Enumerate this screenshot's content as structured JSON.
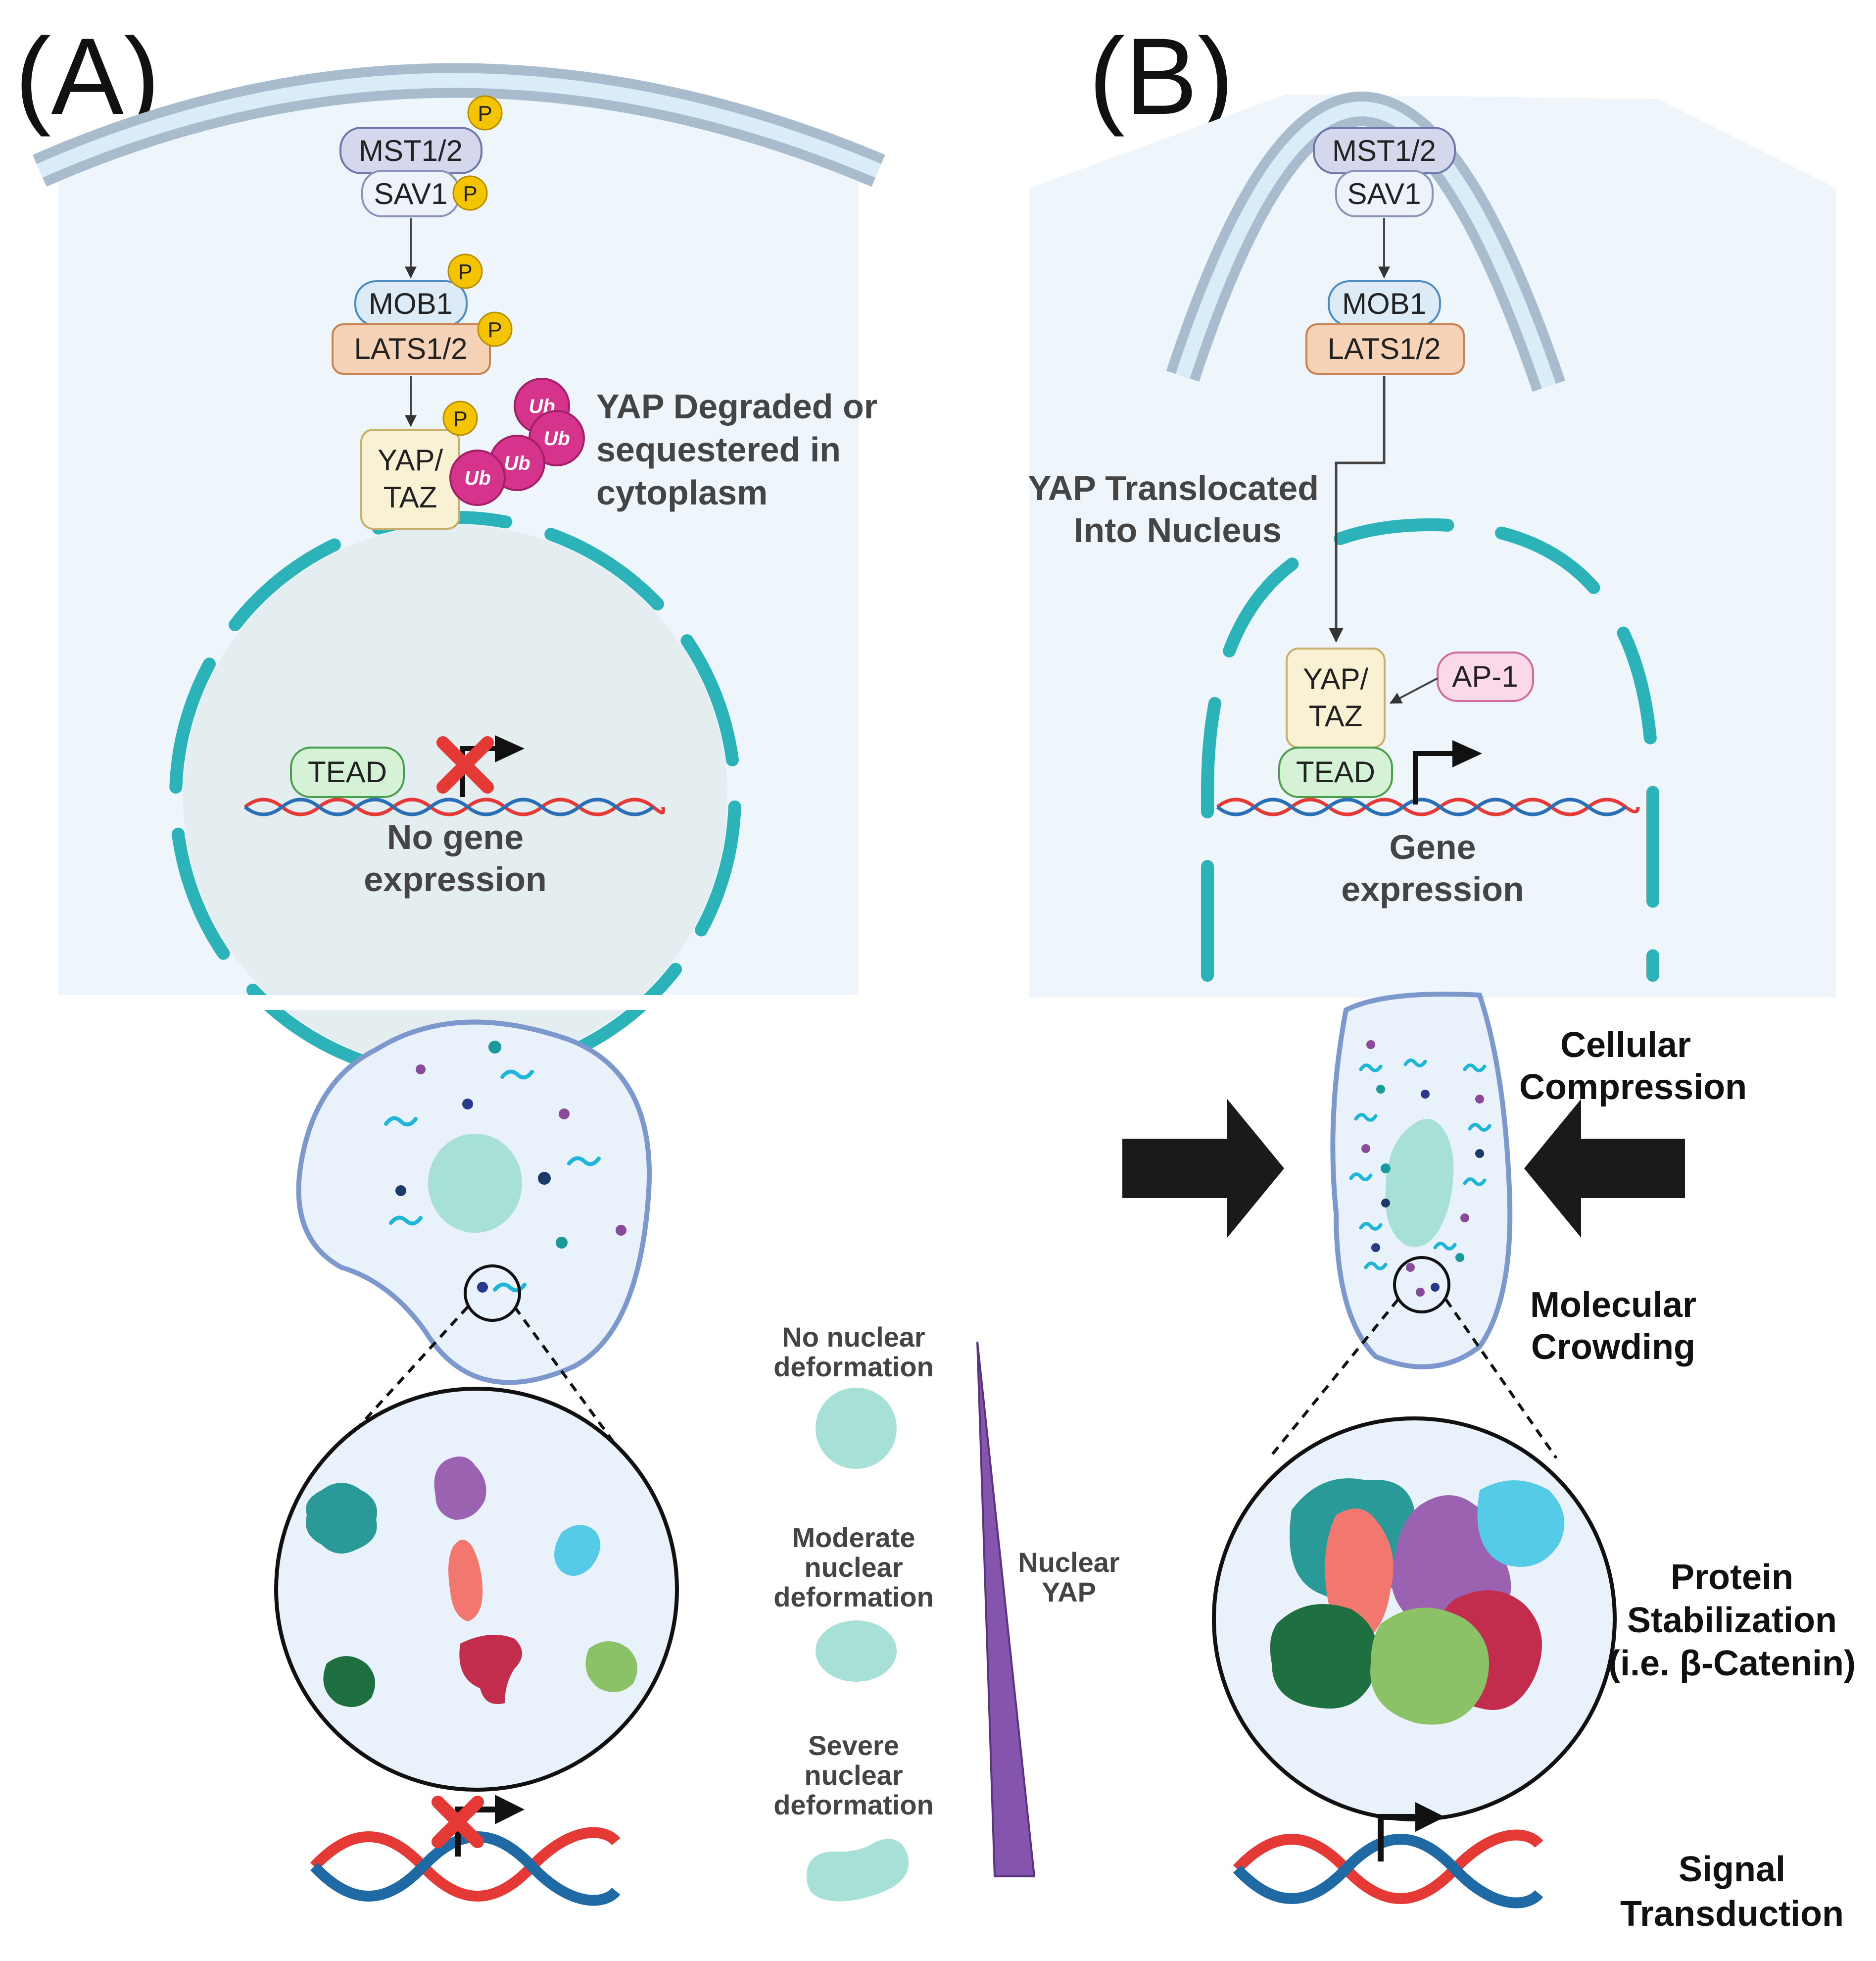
{
  "panels": {
    "a": {
      "letter": "(A)",
      "proteins": {
        "mst": "MST1/2",
        "sav": "SAV1",
        "mob": "MOB1",
        "lats": "LATS1/2",
        "yap_line1": "YAP/",
        "yap_line2": "TAZ",
        "tead": "TEAD",
        "phospho": "P",
        "ubiquitin": "Ub"
      },
      "yap_degraded": [
        "YAP Degraded or",
        "sequestered in",
        "cytoplasm"
      ],
      "no_gene_expression": [
        "No gene",
        "expression"
      ]
    },
    "b": {
      "letter": "(B)",
      "proteins": {
        "mst": "MST1/2",
        "sav": "SAV1",
        "mob": "MOB1",
        "lats": "LATS1/2",
        "yap_line1": "YAP/",
        "yap_line2": "TAZ",
        "tead": "TEAD",
        "ap1": "AP-1"
      },
      "yap_translocated": [
        "YAP Translocated",
        "Into Nucleus"
      ],
      "gene_expression": [
        "Gene",
        "expression"
      ],
      "cellular_compression": [
        "Cellular",
        "Compression"
      ],
      "molecular_crowding": [
        "Molecular",
        "Crowding"
      ],
      "protein_stabilization": [
        "Protein",
        "Stabilization",
        "(i.e. β-Catenin)"
      ],
      "signal_transduction": [
        "Signal",
        "Transduction"
      ]
    }
  },
  "legend": {
    "no_deformation": [
      "No nuclear",
      "deformation"
    ],
    "moderate_deformation": [
      "Moderate",
      "nuclear",
      "deformation"
    ],
    "severe_deformation": [
      "Severe",
      "nuclear",
      "deformation"
    ],
    "nuclear_yap": [
      "Nuclear",
      "YAP"
    ]
  },
  "colors": {
    "cytoplasm_bg": "#eef6fc",
    "membrane": "#a9bccd",
    "membrane_inner": "#d9ecf8",
    "nucleus_envelope": "#2bb3b9",
    "nucleus_fill": "#e4eef1",
    "phospho": "#f5c400",
    "ubiquitin": "#d6338c",
    "mst_fill": "#d5d8ec",
    "sav_fill": "#eef2fa",
    "mob_fill": "#ddebf7",
    "lats_fill": "#f6d2b6",
    "yap_fill": "#f8f1d4",
    "tead_fill": "#d6f2d6",
    "ap1_fill": "#fbd9e8",
    "cell_fill": "#e9f1fb",
    "cell_outline": "#7c98cc",
    "nucleus_small": "#a6e0d6",
    "red_x": "#e53935",
    "triangle": "#8555ad",
    "arrow_dark": "#1a1a1a"
  }
}
